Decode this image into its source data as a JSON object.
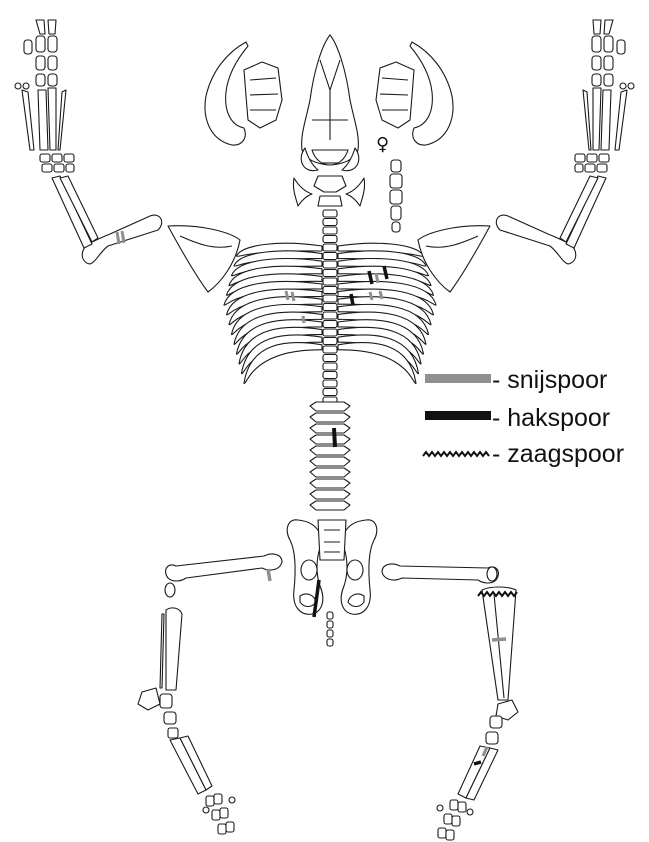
{
  "skeleton": {
    "sex_symbol": "♀"
  },
  "legend": {
    "items": [
      {
        "key": "cut",
        "label": "- snijspoor",
        "color": "#8f8f8f",
        "style": "bar"
      },
      {
        "key": "chop",
        "label": "- hakspoor",
        "color": "#111111",
        "style": "bar"
      },
      {
        "key": "saw",
        "label": "- zaagspoor",
        "color": "#111111",
        "style": "zigzag"
      }
    ]
  }
}
